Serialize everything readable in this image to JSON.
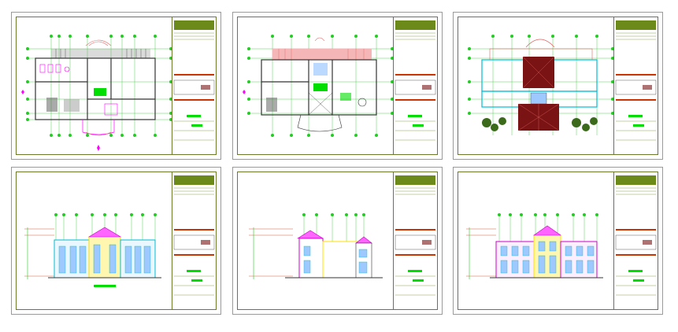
{
  "sheets": [
    {
      "id": "sheet-1",
      "kind": "floor-plan-ground"
    },
    {
      "id": "sheet-2",
      "kind": "floor-plan-upper"
    },
    {
      "id": "sheet-3",
      "kind": "roof-plan"
    },
    {
      "id": "sheet-4",
      "kind": "front-elevation"
    },
    {
      "id": "sheet-5",
      "kind": "side-elevation"
    },
    {
      "id": "sheet-6",
      "kind": "rear-elevation"
    }
  ],
  "colors": {
    "sheet_border": "#9a9a9a",
    "frame": "#6b7a2a",
    "grid_bubble": "#22cc22",
    "wall": "#333333",
    "roof_red": "#7a1414",
    "roof_outline": "#e06060",
    "magenta": "#ff00ff",
    "cyan": "#00bcd4",
    "yellow": "#ffe000",
    "green_block": "#00dd00",
    "olive_bar": "#6b8a1a",
    "tree": "#3a6a1a"
  },
  "icons": {
    "north_arrow": "north-arrow-icon",
    "grid_bubble": "grid-bubble-icon"
  }
}
